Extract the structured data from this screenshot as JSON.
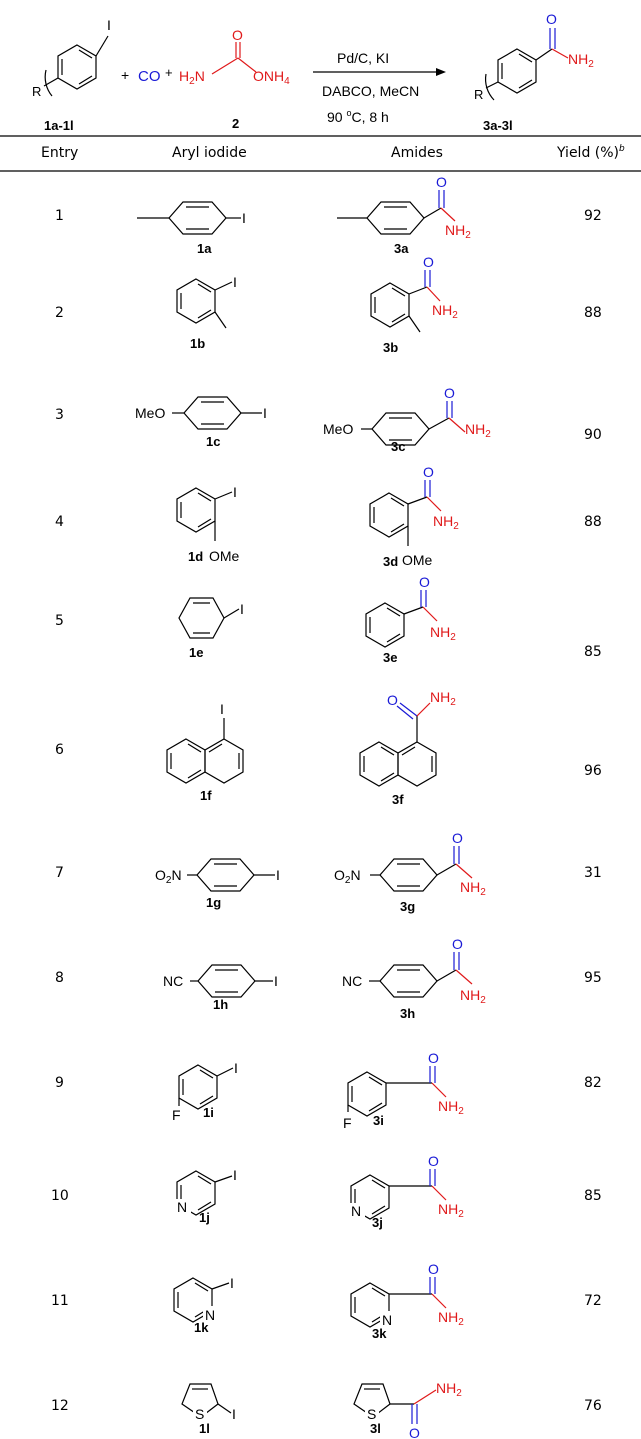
{
  "scheme": {
    "plus1": "+",
    "plus2": "+",
    "reagent_co": "CO",
    "reagent_h2n": "H2N",
    "reagent_o": "O",
    "reagent_onh4": "ONH4",
    "reagent_num": "2",
    "substituent": "R",
    "iodo": "I",
    "start_label": "1a-1l",
    "product_label": "3a-3l",
    "product_o": "O",
    "product_nh2": "NH2",
    "cond_top": "Pd/C, KI",
    "cond_mid": "DABCO, MeCN",
    "cond_bot": "90 oC, 8 h"
  },
  "table": {
    "headers": [
      "Entry",
      "Aryl iodide",
      "Amides",
      "Yield (%)b"
    ],
    "rows": [
      {
        "entry": "1",
        "sm": "1a",
        "prod": "3a",
        "yield": "92"
      },
      {
        "entry": "2",
        "sm": "1b",
        "prod": "3b",
        "yield": "88"
      },
      {
        "entry": "3",
        "sm": "1c",
        "prod": "3c",
        "yield": "90"
      },
      {
        "entry": "4",
        "sm": "1d",
        "prod": "3d",
        "yield": "88"
      },
      {
        "entry": "5",
        "sm": "1e",
        "prod": "3e",
        "yield": "85"
      },
      {
        "entry": "6",
        "sm": "1f",
        "prod": "3f",
        "yield": "96"
      },
      {
        "entry": "7",
        "sm": "1g",
        "prod": "3g",
        "yield": "31"
      },
      {
        "entry": "8",
        "sm": "1h",
        "prod": "3h",
        "yield": "95"
      },
      {
        "entry": "9",
        "sm": "1i",
        "prod": "3i",
        "yield": "82"
      },
      {
        "entry": "10",
        "sm": "1j",
        "prod": "3j",
        "yield": "85"
      },
      {
        "entry": "11",
        "sm": "1k",
        "prod": "3k",
        "yield": "72"
      },
      {
        "entry": "12",
        "sm": "1l",
        "prod": "3l",
        "yield": "76"
      }
    ]
  },
  "subst": {
    "meo": "MeO",
    "ome": "OMe",
    "o2n": "O2N",
    "nc": "NC",
    "f": "F",
    "n": "N",
    "s": "S",
    "i": "I",
    "o": "O",
    "nh2": "NH2"
  },
  "colors": {
    "blue": "#1a1ad6",
    "red": "#e0191a"
  }
}
